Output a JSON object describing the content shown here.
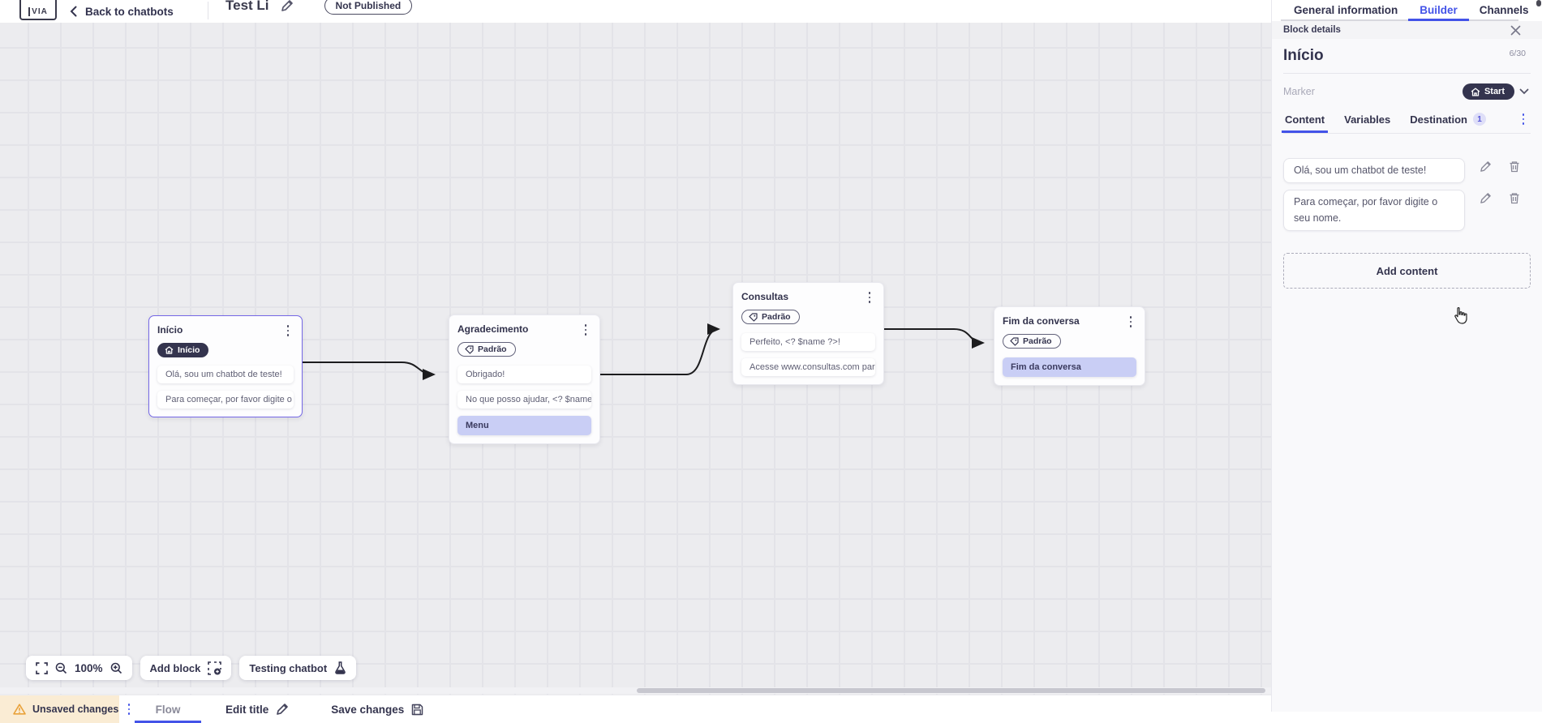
{
  "colors": {
    "accent": "#4353E8",
    "dark_navy": "#34344E",
    "lavender_card": "#C9CEF5",
    "selected_node_border": "#7568E6",
    "warning_bg": "#FAECD4",
    "warning_icon": "#E9A23B",
    "canvas_bg": "#ECECEF"
  },
  "topbar": {
    "logo_text": "VIA",
    "back_label": "Back to chatbots",
    "title": "Test Li",
    "status_badge": "Not Published"
  },
  "panel": {
    "tabs": [
      {
        "label": "General information",
        "active": false
      },
      {
        "label": "Builder",
        "active": true
      },
      {
        "label": "Channels",
        "active": false
      }
    ],
    "header_title": "Block details",
    "block_name": "Início",
    "char_counter": "6/30",
    "marker_label": "Marker",
    "marker_value": "Start",
    "inner_tabs": {
      "content": "Content",
      "variables": "Variables",
      "destination": "Destination",
      "destination_badge": "1"
    },
    "messages": [
      {
        "text": "Olá, sou um chatbot de teste!"
      },
      {
        "text": "Para começar, por favor digite o seu nome."
      }
    ],
    "add_content_label": "Add content"
  },
  "canvas": {
    "zoom_level": "100%",
    "add_block_label": "Add block",
    "testing_label": "Testing chatbot",
    "nodes": [
      {
        "title": "Início",
        "marker_label": "Início",
        "cards": [
          {
            "text": "Olá, sou um chatbot de teste!"
          },
          {
            "text": "Para começar, por favor digite o ..."
          }
        ]
      },
      {
        "title": "Agradecimento",
        "tag": "Padrão",
        "cards": [
          {
            "text": "Obrigado!"
          },
          {
            "text": "No que posso ajudar, <? $name ..."
          },
          {
            "text": "Menu"
          }
        ]
      },
      {
        "title": "Consultas",
        "tag": "Padrão",
        "cards": [
          {
            "text": "Perfeito, <? $name ?>!"
          },
          {
            "text": "Acesse www.consultas.com par..."
          }
        ]
      },
      {
        "title": "Fim da conversa",
        "tag": "Padrão",
        "cards": [
          {
            "text": "Fim da conversa"
          }
        ]
      }
    ]
  },
  "bottombar": {
    "unsaved_label": "Unsaved changes",
    "flow_label": "Flow",
    "edit_title_label": "Edit title",
    "save_label": "Save changes"
  }
}
